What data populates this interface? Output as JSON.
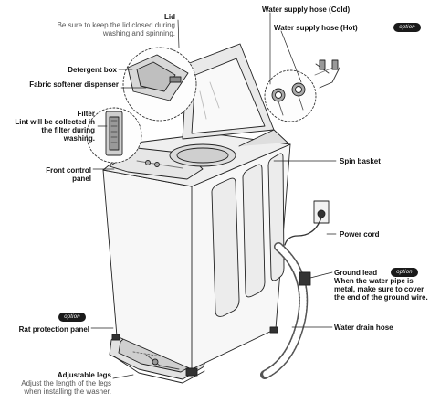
{
  "option_badge": "option",
  "labels": {
    "lid": {
      "title": "Lid",
      "note": "Be sure to keep the lid closed during washing and spinning."
    },
    "detergent_box": {
      "title": "Detergent box"
    },
    "fabric_softener": {
      "title": "Fabric softener dispenser"
    },
    "filter": {
      "title": "Filter",
      "note": "Lint will be collected in the filter during washing."
    },
    "front_control": {
      "title": "Front control panel"
    },
    "water_cold": {
      "title": "Water supply hose (Cold)"
    },
    "water_hot": {
      "title": "Water supply hose (Hot)"
    },
    "spin_basket": {
      "title": "Spin basket"
    },
    "power_cord": {
      "title": "Power cord"
    },
    "ground_lead": {
      "title": "Ground lead",
      "note": "When the water pipe is metal, make sure to cover the end of the ground wire."
    },
    "rat_panel": {
      "title": "Rat protection panel"
    },
    "drain_hose": {
      "title": "Water drain hose"
    },
    "adjustable_legs": {
      "title": "Adjustable legs",
      "note": "Adjust the length of the legs when installing the washer."
    }
  }
}
